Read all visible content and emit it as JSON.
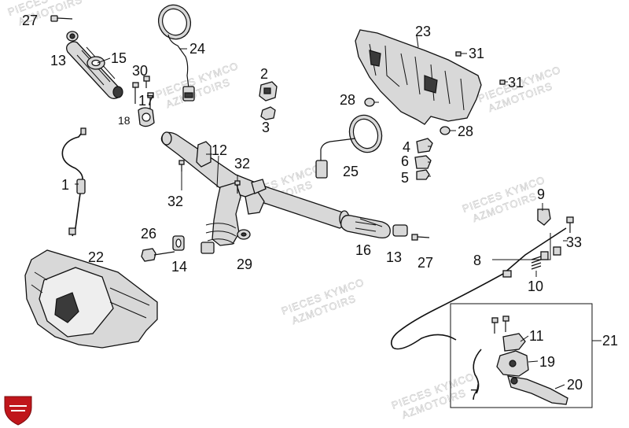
{
  "labels": {
    "p1": "1",
    "p2": "2",
    "p3": "3",
    "p4": "4",
    "p5": "5",
    "p6": "6",
    "p7": "7",
    "p8": "8",
    "p9": "9",
    "p10": "10",
    "p11": "11",
    "p12": "12",
    "p13a": "13",
    "p13b": "13",
    "p14": "14",
    "p15": "15",
    "p16": "16",
    "p17": "17",
    "p18": "18",
    "p19": "19",
    "p20": "20",
    "p21": "21",
    "p22": "22",
    "p23": "23",
    "p24": "24",
    "p25": "25",
    "p26": "26",
    "p27a": "27",
    "p27b": "27",
    "p28a": "28",
    "p28b": "28",
    "p29": "29",
    "p30": "30",
    "p31a": "31",
    "p31b": "31",
    "p32a": "32",
    "p32b": "32",
    "p33": "33"
  },
  "watermark": {
    "line1": "PIECES KYMCO",
    "line2": "AZMOTOIRS"
  },
  "colors": {
    "line": "#111111",
    "part_fill": "#d8d8d8",
    "watermark": "#cfcfcf",
    "logo_red": "#c0161b"
  },
  "logo_icon": "shield-logo-icon"
}
